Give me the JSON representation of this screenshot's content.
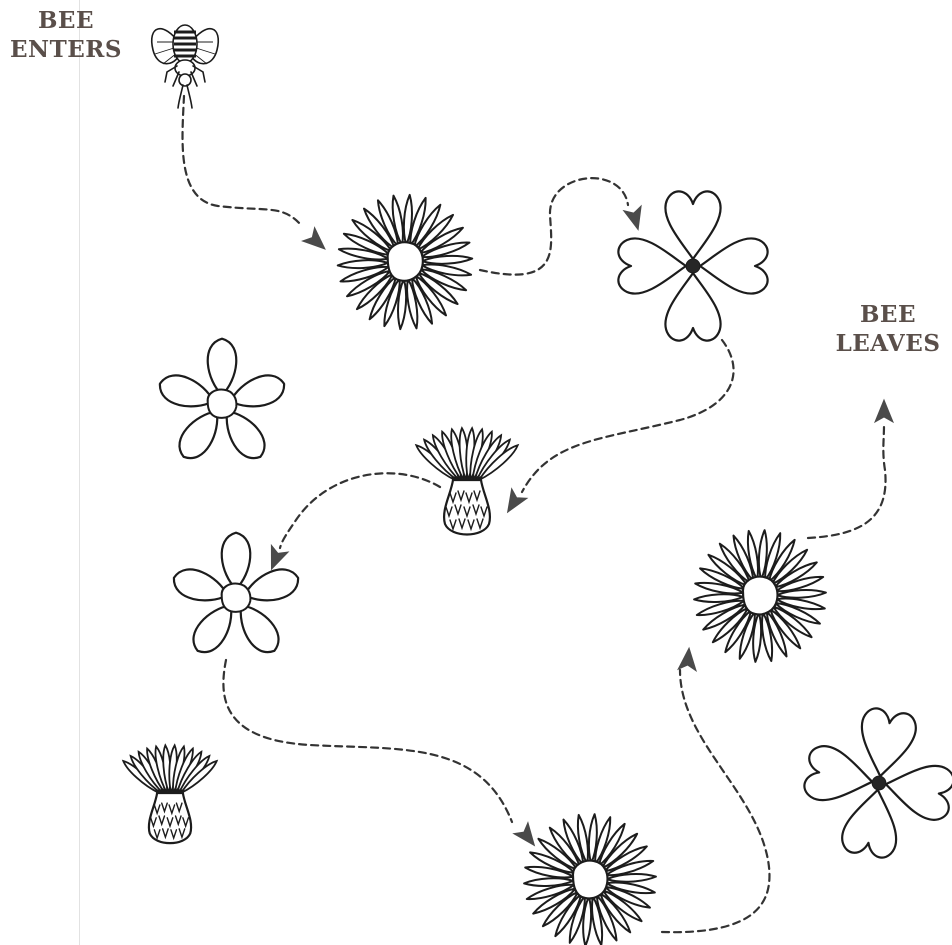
{
  "labels": {
    "start": [
      "BEE",
      "ENTERS"
    ],
    "end": [
      "BEE",
      "LEAVES"
    ]
  },
  "colors": {
    "ink": "#1c1c1c",
    "path": "#333333",
    "arrow": "#4a4a4a",
    "label": "#5a4f4a",
    "center_dark": "#262626"
  },
  "icons": {
    "bee": "bee-icon",
    "daisy": "daisy-flower-icon",
    "heart_flower": "heart-petal-flower-icon",
    "five_petal": "five-petal-flower-icon",
    "thistle": "thistle-flower-icon",
    "arrow": "arrow-head-icon"
  }
}
